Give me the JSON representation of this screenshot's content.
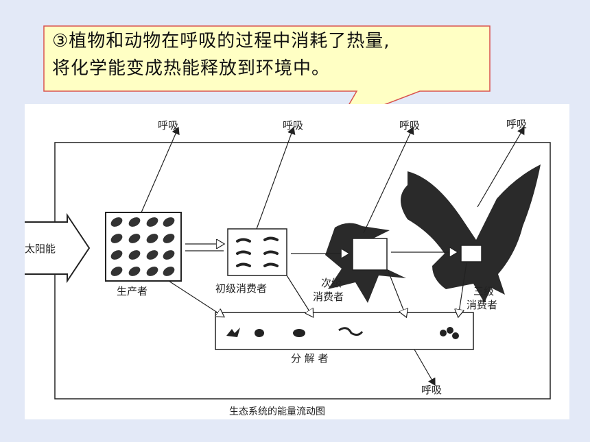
{
  "callout": {
    "line1": "③植物和动物在呼吸的过程中消耗了热量,",
    "line2": "将化学能变成热能释放到环境中。"
  },
  "diagram": {
    "respiration": "呼吸",
    "solar_energy": "太阳能",
    "producer": "生产者",
    "primary_consumer": "初级消费者",
    "secondary_consumer_1": "次级",
    "secondary_consumer_2": "消费者",
    "tertiary_consumer_1": "三级",
    "tertiary_consumer_2": "消费者",
    "decomposer": "分 解 者",
    "caption": "生态系统的能量流动图"
  },
  "colors": {
    "callout_fill": "#ffffc4",
    "callout_border": "#d9534f",
    "background": "#e3e9f7"
  }
}
